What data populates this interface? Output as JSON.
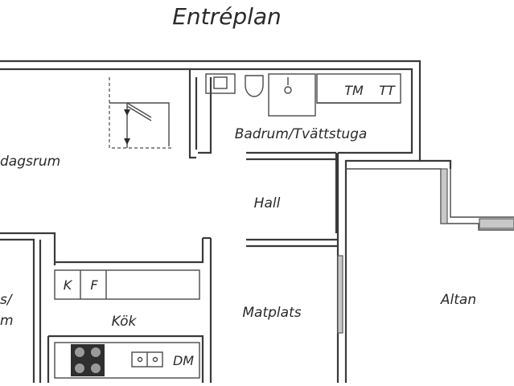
{
  "plan": {
    "title": "Entréplan",
    "rooms": {
      "vardagsrum": "dagsrum",
      "bath": "Badrum/Tvättstuga",
      "hall": "Hall",
      "altan": "Altan",
      "matplats": "Matplats",
      "kok": "Kök",
      "left_room_line1": "s/",
      "left_room_line2": "m"
    },
    "fixtures": {
      "tm": "TM",
      "tt": "TT",
      "k": "K",
      "f": "F",
      "dm": "DM"
    }
  }
}
